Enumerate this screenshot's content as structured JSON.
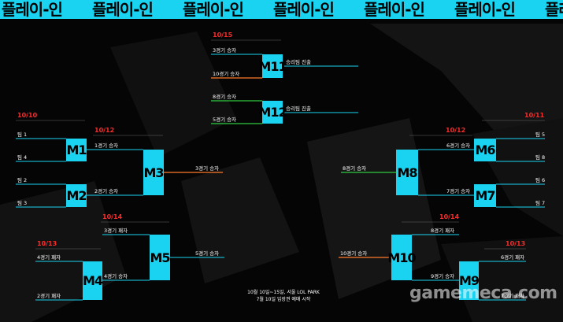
{
  "banner_text": "플레이-인",
  "dates": {
    "d1010": "10/10",
    "d1011": "10/11",
    "d1012_left": "10/12",
    "d1012_right": "10/12",
    "d1013_left": "10/13",
    "d1013_right": "10/13",
    "d1014_left": "10/14",
    "d1014_right": "10/14",
    "d1015": "10/15"
  },
  "matches": {
    "m1": "M1",
    "m2": "M2",
    "m3": "M3",
    "m4": "M4",
    "m5": "M5",
    "m6": "M6",
    "m7": "M7",
    "m8": "M8",
    "m9": "M9",
    "m10": "M10",
    "m11": "M11",
    "m12": "M12"
  },
  "labels": {
    "team1": "팀 1",
    "team4": "팀 4",
    "team2": "팀 2",
    "team3": "팀 3",
    "team5": "팀 5",
    "team8": "팀 8",
    "team6": "팀 6",
    "team7": "팀 7",
    "m1_winner": "1경기 승자",
    "m2_winner": "2경기 승자",
    "m3_winner": "3경기 승자",
    "m3_loser": "3경기 패자",
    "m4_winner": "4경기 승자",
    "m4_loser": "4경기 패자",
    "m2_loser": "2경기 패자",
    "m5_winner": "5경기 승자",
    "m6_winner": "6경기 승자",
    "m7_winner": "7경기 승자",
    "m8_winner": "8경기 승자",
    "m8_loser": "8경기 패자",
    "m10_winner": "10경기 승자",
    "m9_winner": "9경기 승자",
    "m6_loser": "6경기 패자",
    "m7_loser": "7경기 패자",
    "m11_top": "3경기 승자",
    "m11_bottom": "10경기 승자",
    "m11_result": "승리팀 진출",
    "m12_top": "8경기 승자",
    "m12_bottom": "5경기 승자",
    "m12_result": "승리팀 진출"
  },
  "footer": {
    "line1": "10월 10일~15일, 서울 LOL PARK",
    "line2": "7월 10일 입장권 예매 시작"
  },
  "watermark": "gamemeca.com",
  "colors": {
    "accent": "#19d3f0",
    "date": "#ff2a2a",
    "winner_line": "#ff7a2a",
    "advance_line": "#2ecc40"
  }
}
